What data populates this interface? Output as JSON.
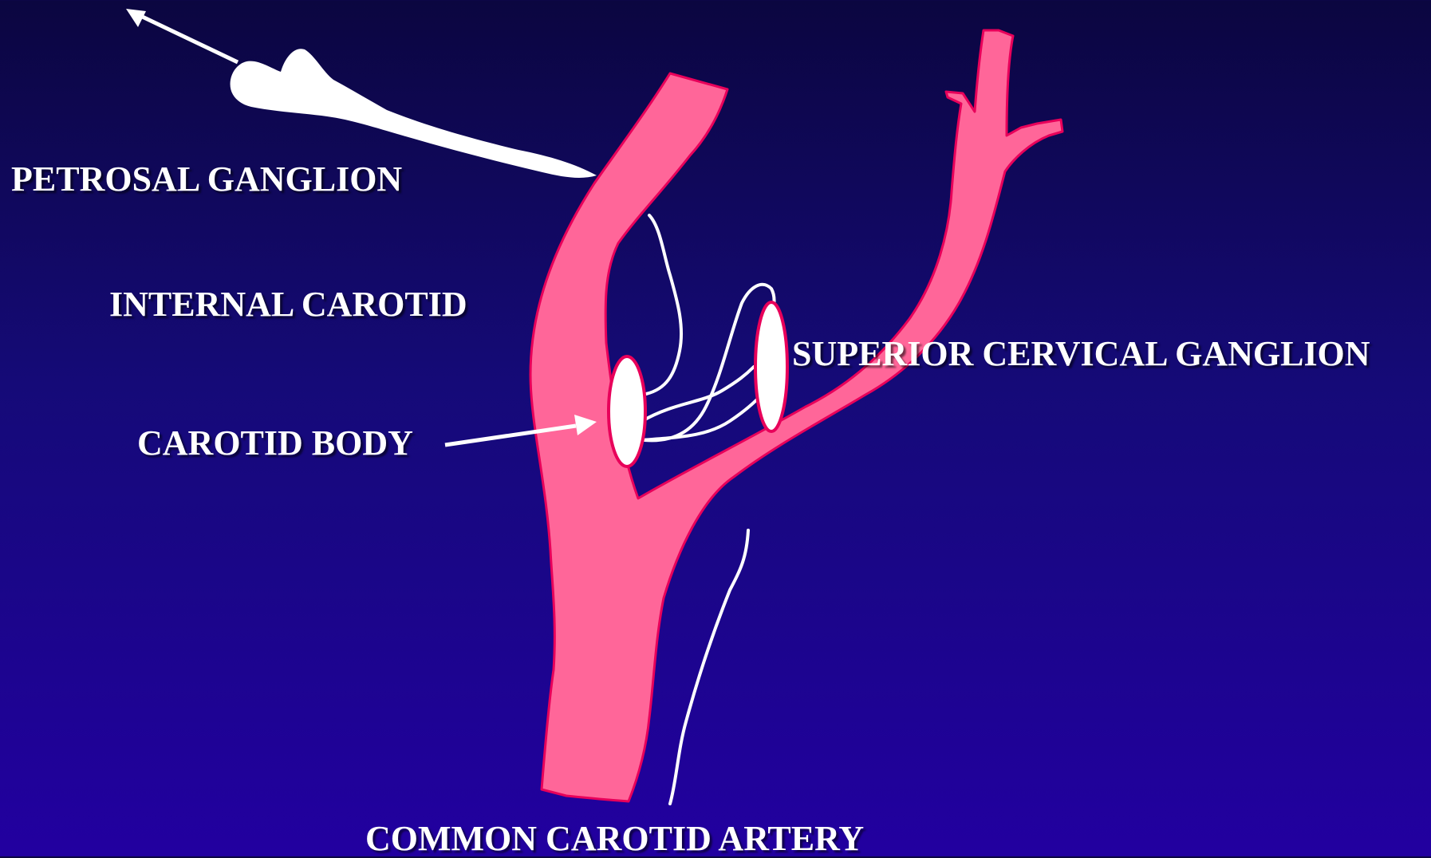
{
  "labels": {
    "petrosal_ganglion": "PETROSAL GANGLION",
    "internal_carotid": "INTERNAL CAROTID",
    "superior_cervical_ganglion": "SUPERIOR CERVICAL GANGLION",
    "carotid_body": "CAROTID BODY",
    "common_carotid_artery": "COMMON CAROTID ARTERY"
  },
  "colors": {
    "background_top": "#0b0640",
    "background_bottom": "#2200a0",
    "artery_fill": "#ff6699",
    "artery_outline": "#e8005a",
    "nerve": "#ffffff"
  }
}
